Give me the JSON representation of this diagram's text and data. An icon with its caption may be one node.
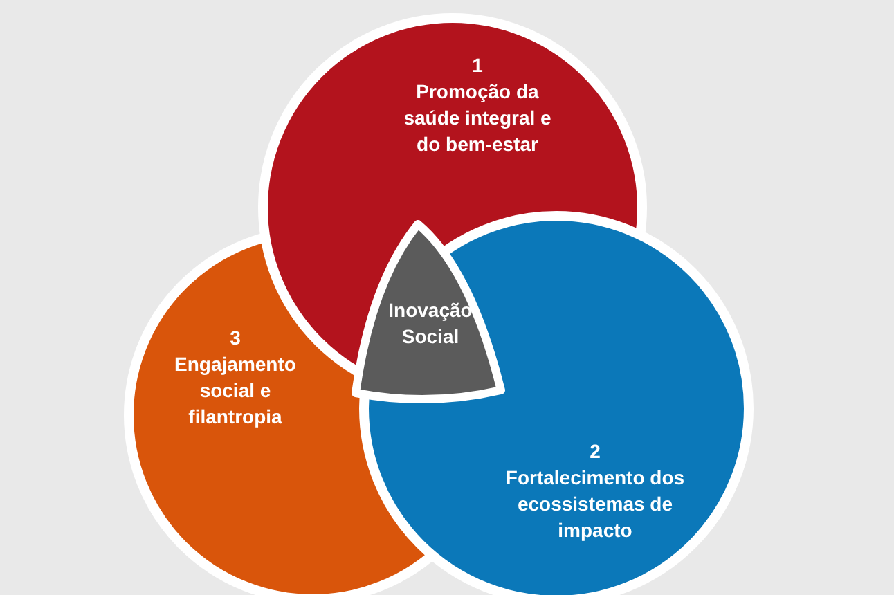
{
  "diagram": {
    "nodes": [
      {
        "text": [
          "1",
          "Promoção da saúde integral e do bem-estar"
        ]
      },
      {
        "text": [
          "2",
          "Fortalecimento dos ecossistemas de impacto"
        ]
      },
      {
        "text": [
          "3",
          "Engajamento social e filantropia"
        ]
      },
      {
        "text": [
          "Inovação Social"
        ]
      }
    ]
  }
}
